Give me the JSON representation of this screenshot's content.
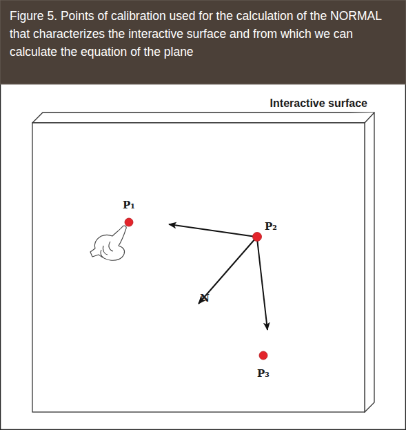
{
  "diagram": {
    "caption": "Figure 5. Points of calibration used for the calculation of the NORMAL that characterizes the interactive surface and from which we can calculate the equation of the plane",
    "nodes": [
      {
        "text": [
          "Interactive surface"
        ]
      }
    ],
    "labels": [
      "P₁",
      "P₂",
      "P₃",
      "N"
    ]
  }
}
